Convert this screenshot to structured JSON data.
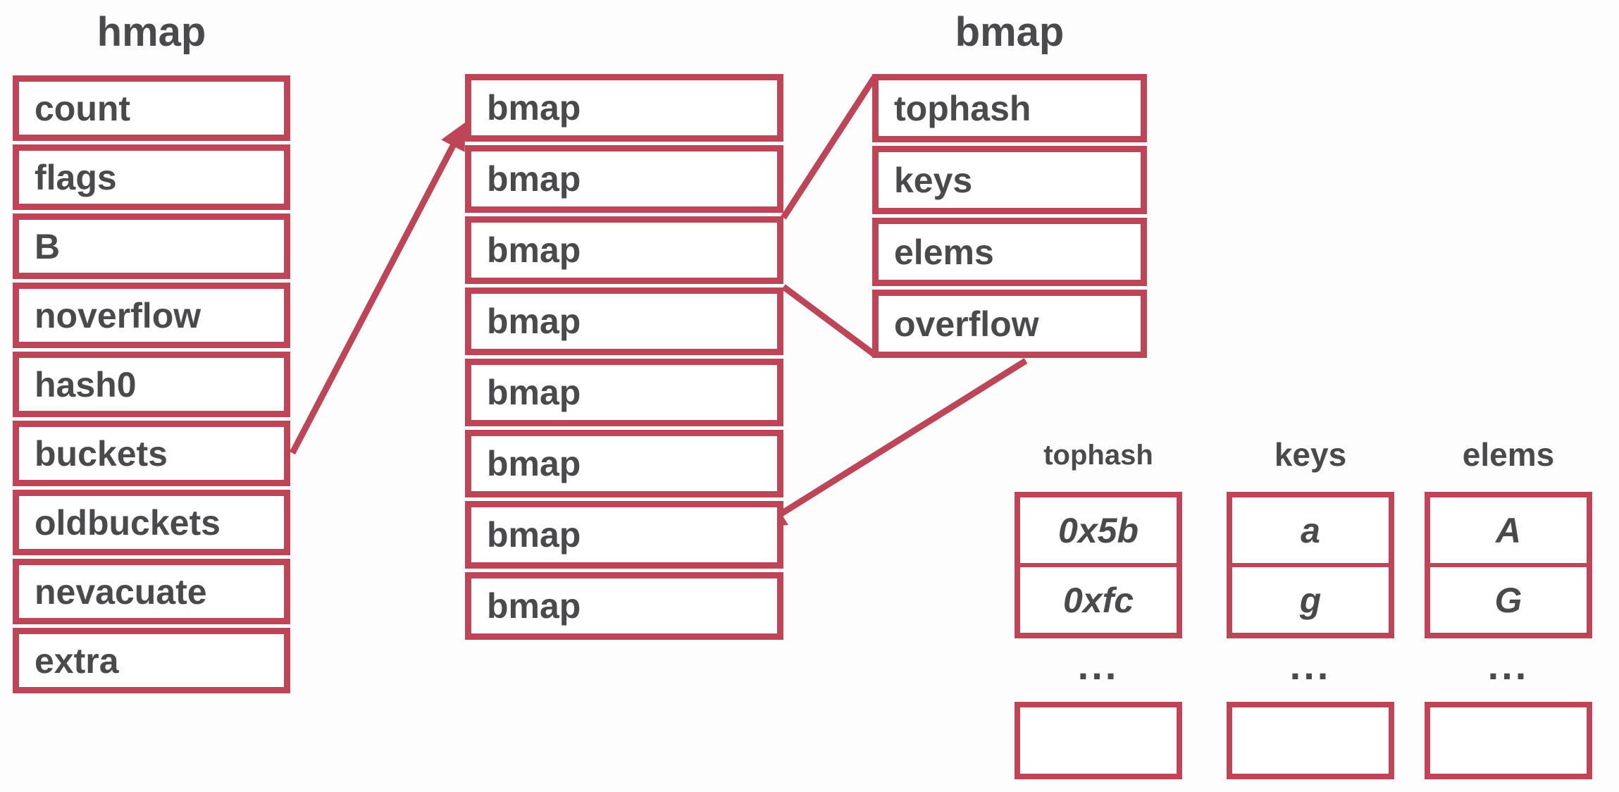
{
  "colors": {
    "accent": "#bc4557",
    "text": "#4a4a4c",
    "background": "#fdfdfd"
  },
  "hmap_struct": {
    "title": "hmap",
    "fields": [
      "count",
      "flags",
      "B",
      "noverflow",
      "hash0",
      "buckets",
      "oldbuckets",
      "nevacuate",
      "extra"
    ]
  },
  "bucket_array": {
    "rows": [
      "bmap",
      "bmap",
      "bmap",
      "bmap",
      "bmap",
      "bmap",
      "bmap",
      "bmap"
    ]
  },
  "bmap_struct": {
    "title": "bmap",
    "fields": [
      "tophash",
      "keys",
      "elems",
      "overflow"
    ]
  },
  "bucket_detail": {
    "columns": [
      {
        "title": "tophash",
        "values": [
          "0x5b",
          "0xfc"
        ],
        "more": "..."
      },
      {
        "title": "keys",
        "values": [
          "a",
          "g"
        ],
        "more": "..."
      },
      {
        "title": "elems",
        "values": [
          "A",
          "G"
        ],
        "more": "..."
      }
    ]
  }
}
